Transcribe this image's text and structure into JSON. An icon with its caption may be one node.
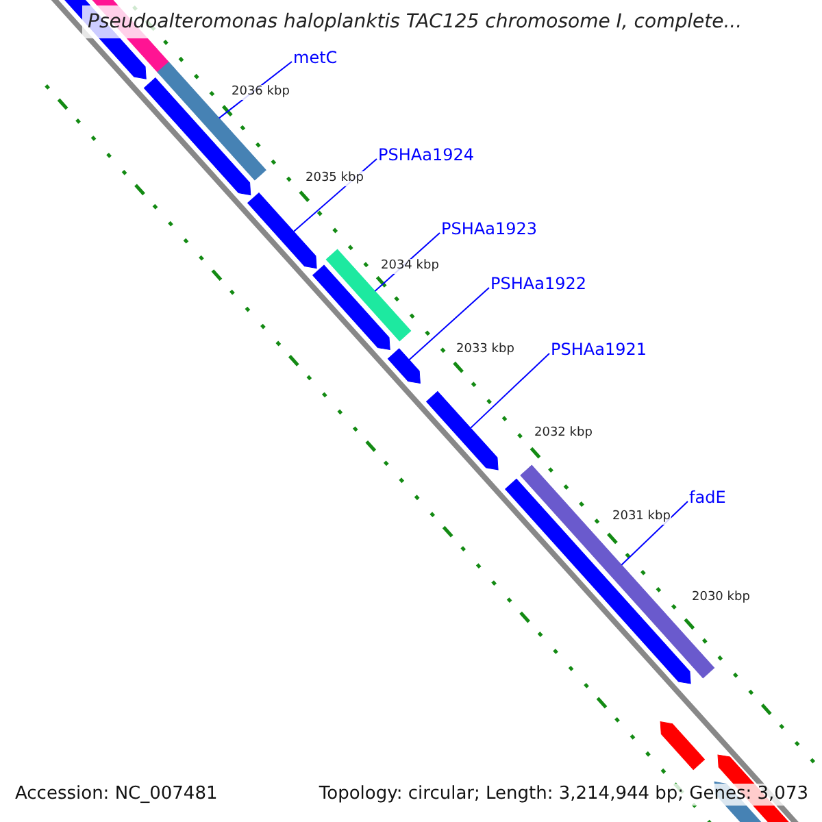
{
  "diagram": {
    "title": "Pseudoalteromonas haloplanktis TAC125 chromosome I, complete...",
    "nodes": [
      {
        "text": [
          "metC"
        ]
      },
      {
        "text": [
          "PSHAa1924"
        ]
      },
      {
        "text": [
          "PSHAa1923"
        ]
      },
      {
        "text": [
          "PSHAa1922"
        ]
      },
      {
        "text": [
          "PSHAa1921"
        ]
      },
      {
        "text": [
          "fadE"
        ]
      },
      {
        "text": [],
        "shape": "bar"
      },
      {
        "text": [],
        "shape": "bar"
      },
      {
        "text": [],
        "shape": "bar"
      },
      {
        "text": [],
        "shape": "bar"
      },
      {
        "text": [],
        "shape": "bar"
      },
      {
        "text": [],
        "shape": "bar"
      }
    ],
    "edges": [
      {
        "from": 0,
        "to": 6,
        "arrow": "none"
      },
      {
        "from": 1,
        "to": 7,
        "arrow": "none"
      },
      {
        "from": 2,
        "to": 8,
        "arrow": "none"
      },
      {
        "from": 3,
        "to": 9,
        "arrow": "none"
      },
      {
        "from": 4,
        "to": 10,
        "arrow": "none"
      },
      {
        "from": 5,
        "to": 11,
        "arrow": "none"
      }
    ],
    "labels": [
      "2036 kbp",
      "2035 kbp",
      "2034 kbp",
      "2033 kbp",
      "2032 kbp",
      "2031 kbp",
      "2030 kbp",
      "Accession: NC_007481",
      "Topology: circular; Length: 3,214,944 bp; Genes: 3,073"
    ]
  }
}
